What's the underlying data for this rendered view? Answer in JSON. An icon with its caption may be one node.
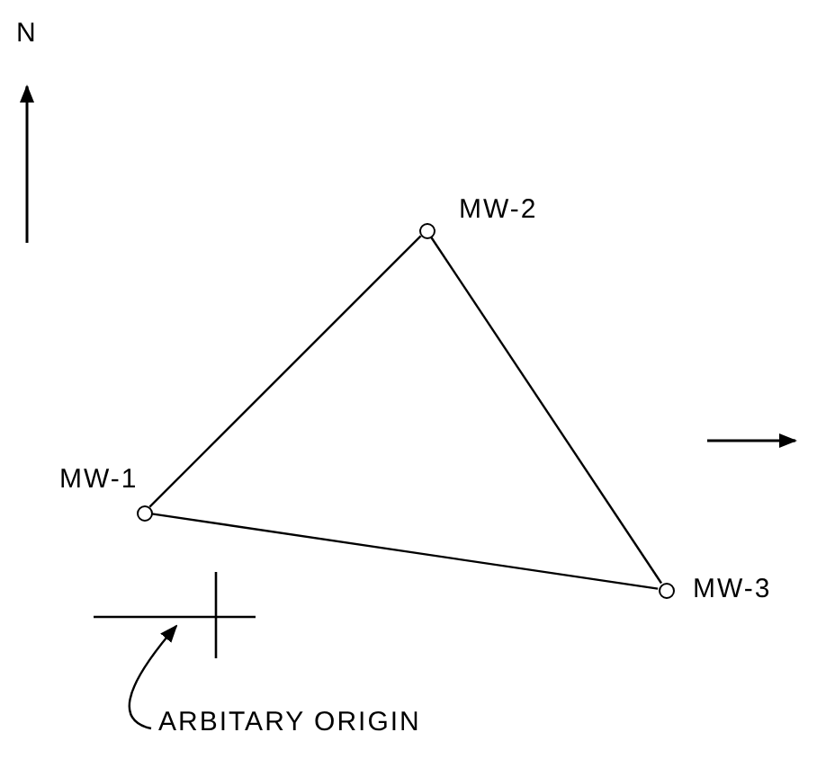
{
  "diagram": {
    "nodes": [
      {
        "text": [],
        "shape": "circle",
        "beside": [
          "MW-1"
        ]
      },
      {
        "text": [],
        "shape": "circle",
        "beside": [
          "MW-2"
        ]
      },
      {
        "text": [],
        "shape": "circle",
        "beside": [
          "MW-3"
        ]
      },
      {
        "text": [
          "ARBITARY ORIGIN"
        ]
      },
      {
        "text": [],
        "shape": "cross"
      }
    ],
    "edges": [
      {
        "from": 0,
        "to": 1,
        "arrow": "none"
      },
      {
        "from": 1,
        "to": 2,
        "arrow": "none"
      },
      {
        "from": 0,
        "to": 2,
        "arrow": "none"
      },
      {
        "from": 3,
        "to": 4,
        "arrow": "to"
      }
    ],
    "labels": [
      "N"
    ]
  }
}
